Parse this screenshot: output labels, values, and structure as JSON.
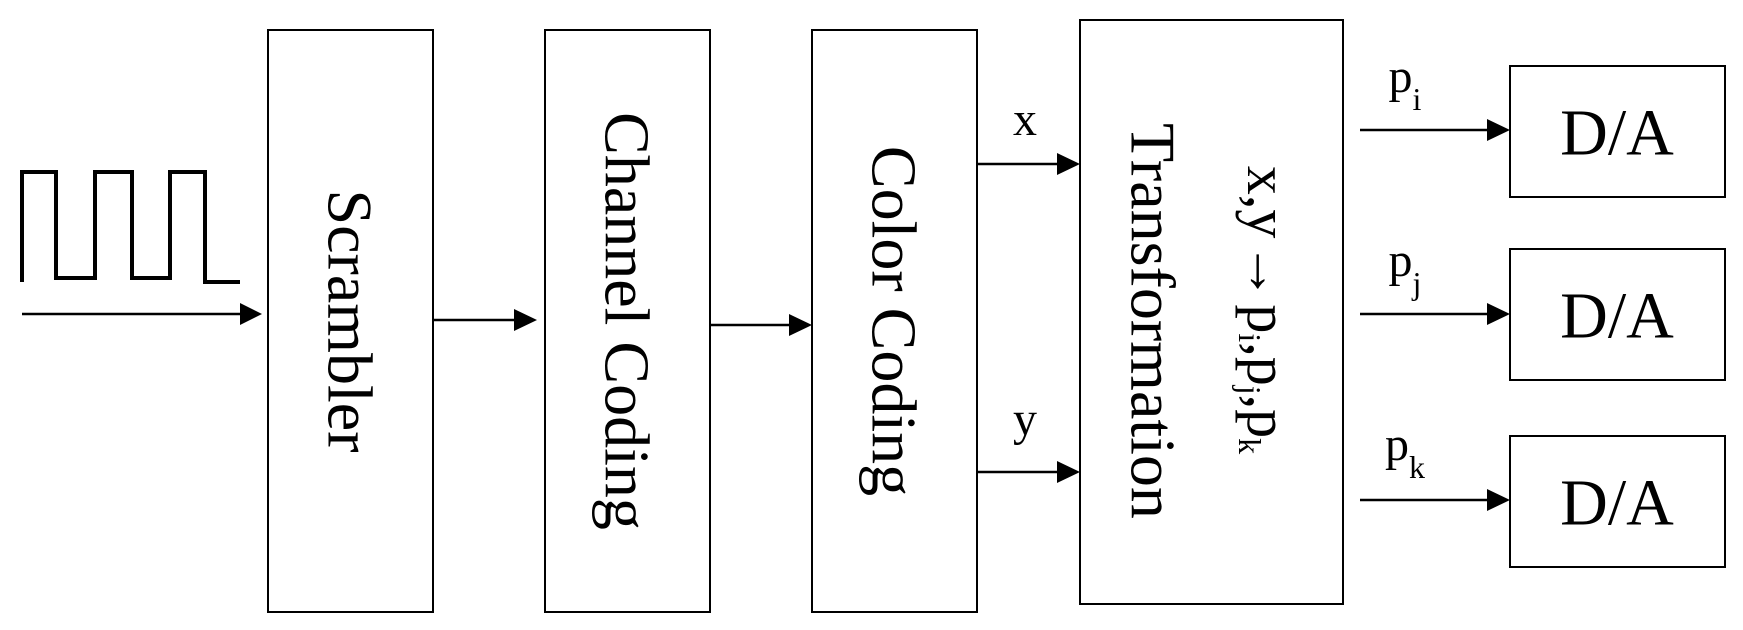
{
  "blocks": {
    "scrambler": "Scrambler",
    "channel_coding": "Channel Coding",
    "color_coding": "Color Coding",
    "transformation": {
      "title": "Transformation",
      "formula_left": "x,y",
      "formula_arrow": "→",
      "formula_right_p1": "p",
      "formula_right_s1": "i",
      "formula_right_sep1": ",p",
      "formula_right_s2": "j",
      "formula_right_sep2": ",p",
      "formula_right_s3": "k"
    },
    "outputs": [
      "D/A",
      "D/A",
      "D/A"
    ]
  },
  "signals": {
    "x": "x",
    "y": "y",
    "p_base": "p",
    "p_subs": [
      "i",
      "j",
      "k"
    ]
  }
}
